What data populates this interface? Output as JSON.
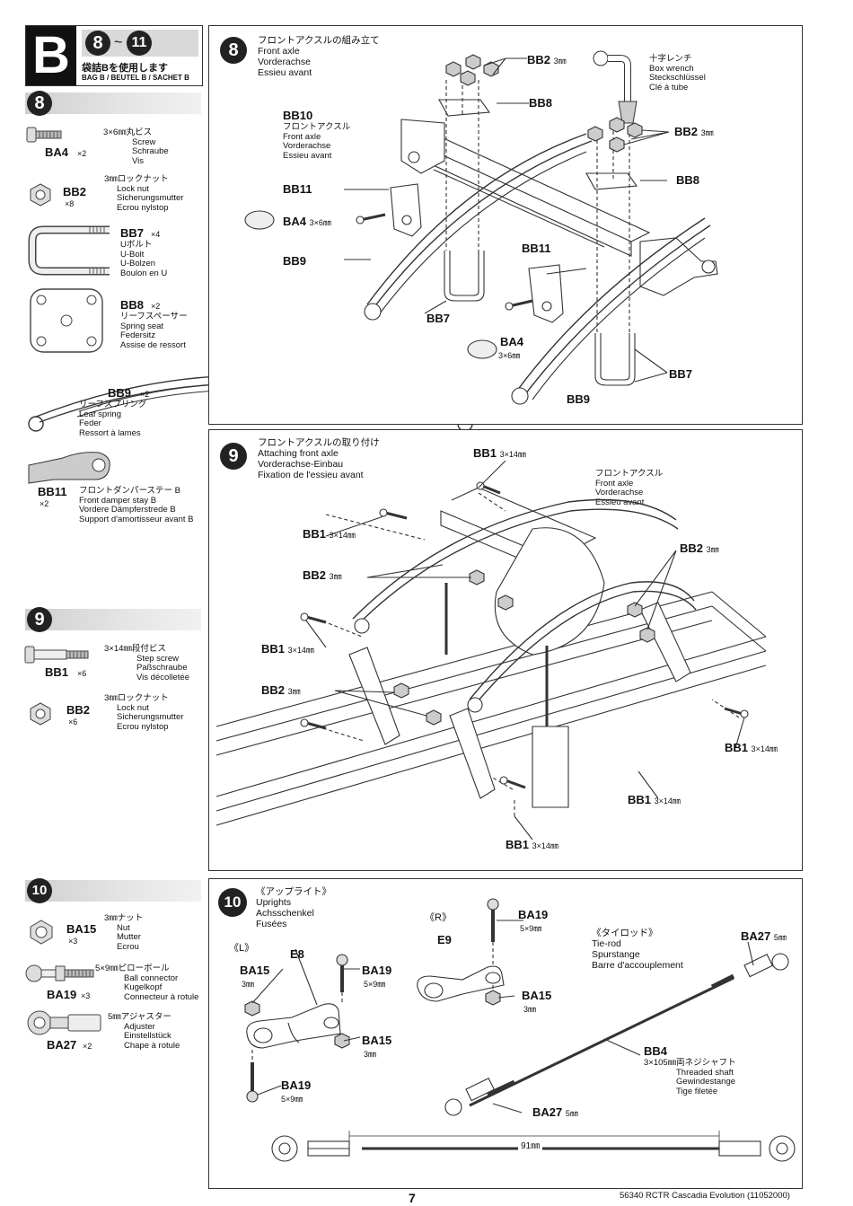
{
  "header": {
    "bag_letter": "B",
    "steps_from": "8",
    "tilde": "~",
    "steps_to": "11",
    "bag_jp": "袋詰Bを使用します",
    "bag_multi": "BAG B / BEUTEL B / SACHET B"
  },
  "left_steps": {
    "s8": "8",
    "s9": "9",
    "s10": "10"
  },
  "parts": {
    "ba4": {
      "code": "BA4",
      "qty": "×2",
      "lines": [
        "3×6㎜丸ビス",
        "Screw",
        "Schraube",
        "Vis"
      ]
    },
    "bb2a": {
      "code": "BB2",
      "qty": "×8",
      "lines": [
        "3㎜ロックナット",
        "Lock nut",
        "Sicherungsmutter",
        "Ecrou nylstop"
      ]
    },
    "bb7": {
      "code": "BB7",
      "qty": "×4",
      "lines": [
        "Uボルト",
        "U-Bolt",
        "U-Bolzen",
        "Boulon en U"
      ]
    },
    "bb8": {
      "code": "BB8",
      "qty": "×2",
      "lines": [
        "リーフスペーサー",
        "Spring seat",
        "Federsitz",
        "Assise de ressort"
      ]
    },
    "bb9": {
      "code": "BB9",
      "qty": "×2",
      "lines": [
        "リーフスプリング",
        "Leaf spring",
        "Feder",
        "Ressort à lames"
      ]
    },
    "bb11": {
      "code": "BB11",
      "qty": "×2",
      "lines": [
        "フロントダンパーステー B",
        "Front damper stay B",
        "Vordere Dämpferstrede B",
        "Support d'amortisseur avant B"
      ]
    },
    "bb1": {
      "code": "BB1",
      "qty": "×6",
      "lines": [
        "3×14㎜段付ビス",
        "Step screw",
        "Paßschraube",
        "Vis décolletée"
      ]
    },
    "bb2b": {
      "code": "BB2",
      "qty": "×6",
      "lines": [
        "3㎜ロックナット",
        "Lock nut",
        "Sicherungsmutter",
        "Ecrou nylstop"
      ]
    },
    "ba15": {
      "code": "BA15",
      "qty": "×3",
      "lines": [
        "3㎜ナット",
        "Nut",
        "Mutter",
        "Ecrou"
      ]
    },
    "ba19": {
      "code": "BA19",
      "qty": "×3",
      "lines": [
        "5×9㎜ピローボール",
        "Ball connector",
        "Kugelkopf",
        "Connecteur à rotule"
      ]
    },
    "ba27": {
      "code": "BA27",
      "qty": "×2",
      "lines": [
        "5㎜アジャスター",
        "Adjuster",
        "Einstellstück",
        "Chape à rotule"
      ]
    }
  },
  "panel8": {
    "num": "8",
    "title": [
      "フロントアクスルの組み立て",
      "Front axle",
      "Vorderachse",
      "Essieu avant"
    ],
    "tool": [
      "十字レンチ",
      "Box wrench",
      "Steckschlüssel",
      "Clé à tube"
    ],
    "bb10": {
      "code": "BB10",
      "lines": [
        "フロントアクスル",
        "Front axle",
        "Vorderachse",
        "Essieu avant"
      ]
    },
    "labels": {
      "bb2_top": "BB2",
      "bb2_right": "BB2",
      "mm3": "3㎜",
      "bb8_top": "BB8",
      "bb8_right": "BB8",
      "bb11_left": "BB11",
      "bb11_mid": "BB11",
      "ba4_left": "BA4",
      "ba4_mid": "BA4",
      "size36": "3×6㎜",
      "bb9_left": "BB9",
      "bb9_right": "BB9",
      "bb7_left": "BB7",
      "bb7_right": "BB7"
    }
  },
  "panel9": {
    "num": "9",
    "title": [
      "フロントアクスルの取り付け",
      "Attaching front axle",
      "Vorderachse-Einbau",
      "Fixation de l'essieu avant"
    ],
    "axle_note": [
      "フロントアクスル",
      "Front axle",
      "Vorderachse",
      "Essieu avant"
    ],
    "bb1": "BB1",
    "bb2": "BB2",
    "size314": "3×14㎜",
    "mm3": "3㎜"
  },
  "panel10": {
    "num": "10",
    "title": [
      "《アップライト》",
      "Uprights",
      "Achsschenkel",
      "Fusées"
    ],
    "left_mark": "《L》",
    "right_mark": "《R》",
    "tierod": [
      "《タイロッド》",
      "Tie-rod",
      "Spurstange",
      "Barre d'accouplement"
    ],
    "e8": "E8",
    "e9": "E9",
    "ba15": "BA15",
    "ba19": "BA19",
    "ba27": "BA27",
    "bb4": "BB4",
    "mm3": "3㎜",
    "size59": "5×9㎜",
    "mm5": "5㎜",
    "bb4_lines": [
      "3×105㎜両ネジシャフト",
      "Threaded shaft",
      "Gewindestange",
      "Tige filetée"
    ],
    "length": "91㎜"
  },
  "footer": {
    "page": "7",
    "product": "56340 RCTR Cascadia Evolution (11052000)"
  }
}
